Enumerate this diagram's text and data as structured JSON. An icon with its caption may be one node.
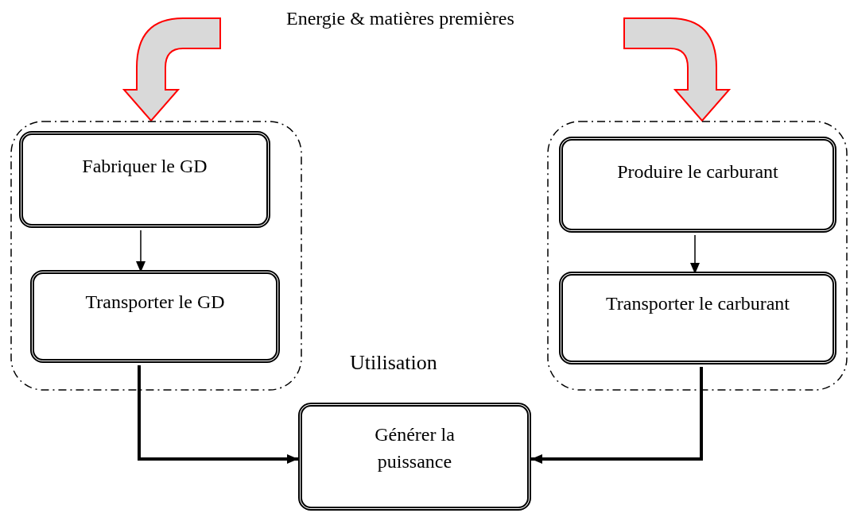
{
  "diagram": {
    "nodes": [
      {
        "text": [],
        "shape": "box"
      },
      {
        "text": [
          "Fabriquer le GD"
        ],
        "in": 0
      },
      {
        "text": [
          "Transporter le GD"
        ],
        "in": 0
      },
      {
        "text": [],
        "shape": "box"
      },
      {
        "text": [
          "Produire le carburant"
        ],
        "in": 3
      },
      {
        "text": [
          "Transporter le carburant"
        ],
        "in": 3
      },
      {
        "text": [
          "Générer la puissance"
        ]
      }
    ],
    "edges": [
      {
        "from": 1,
        "to": 2,
        "arrow": "to"
      },
      {
        "from": 4,
        "to": 5,
        "arrow": "to"
      },
      {
        "from": 2,
        "to": 6,
        "arrow": "to",
        "style": "thick"
      },
      {
        "from": 5,
        "to": 6,
        "arrow": "to",
        "style": "thick"
      },
      {
        "from": null,
        "to": 0,
        "arrow": "to",
        "style": "thick",
        "color": "#ff0000"
      },
      {
        "from": null,
        "to": 3,
        "arrow": "to",
        "style": "thick",
        "color": "#ff0000"
      }
    ],
    "labels": [
      "Energie & matières premières",
      "Utilisation"
    ]
  }
}
